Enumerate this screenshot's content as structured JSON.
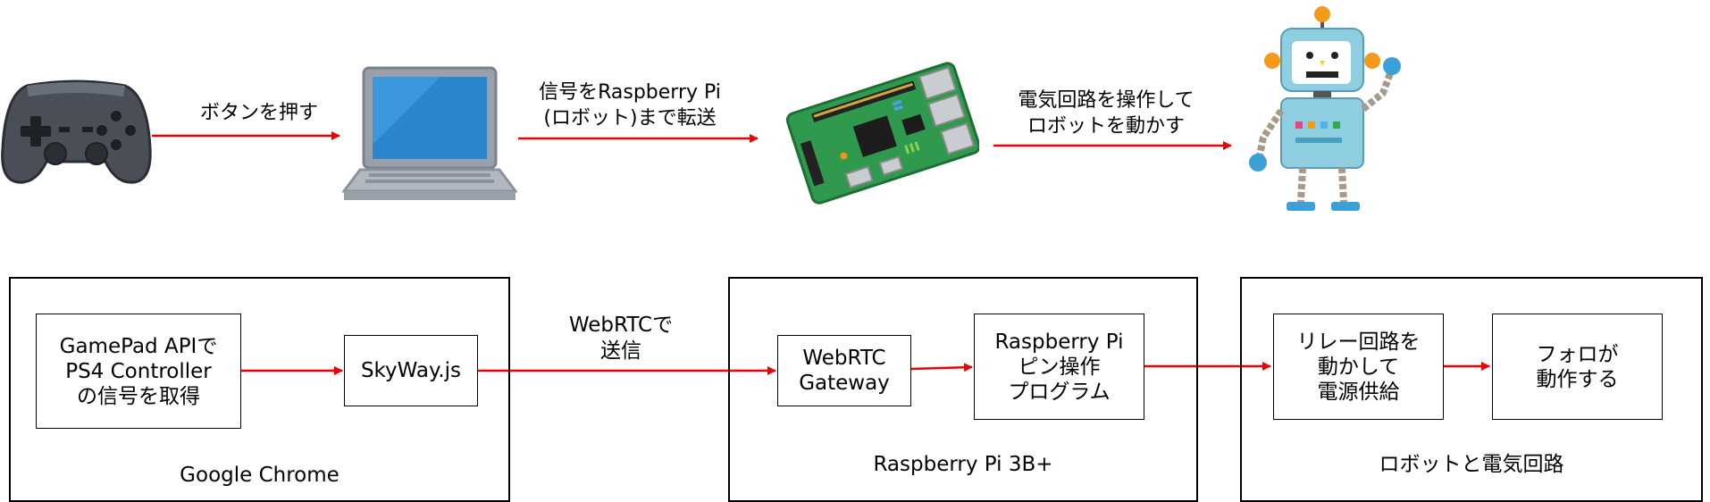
{
  "colors": {
    "arrow": "#ee0000",
    "stroke": "#000000"
  },
  "top_row": {
    "labels": [
      {
        "lines": [
          "ボタンを押す"
        ]
      },
      {
        "lines": [
          "信号をRaspberry Pi",
          "(ロボット)まで転送"
        ]
      },
      {
        "lines": [
          "電気回路を操作して",
          "ロボットを動かす"
        ]
      }
    ],
    "illustrations": [
      "gamepad-icon",
      "laptop-icon",
      "raspberry-pi-board-icon",
      "robot-icon"
    ]
  },
  "flow": {
    "edge_label": [
      "WebRTCで",
      "送信"
    ],
    "groups": [
      {
        "label": "Google Chrome"
      },
      {
        "label": "Raspberry Pi 3B+"
      },
      {
        "label": "ロボットと電気回路"
      }
    ],
    "nodes": [
      {
        "text": "GamePad APIで\nPS4 Controller\nの信号を取得"
      },
      {
        "text": "SkyWay.js"
      },
      {
        "text": "WebRTC\nGateway"
      },
      {
        "text": "Raspberry Pi\nピン操作\nプログラム"
      },
      {
        "text": "リレー回路を\n動かして\n電源供給"
      },
      {
        "text": "フォロが\n動作する"
      }
    ]
  }
}
